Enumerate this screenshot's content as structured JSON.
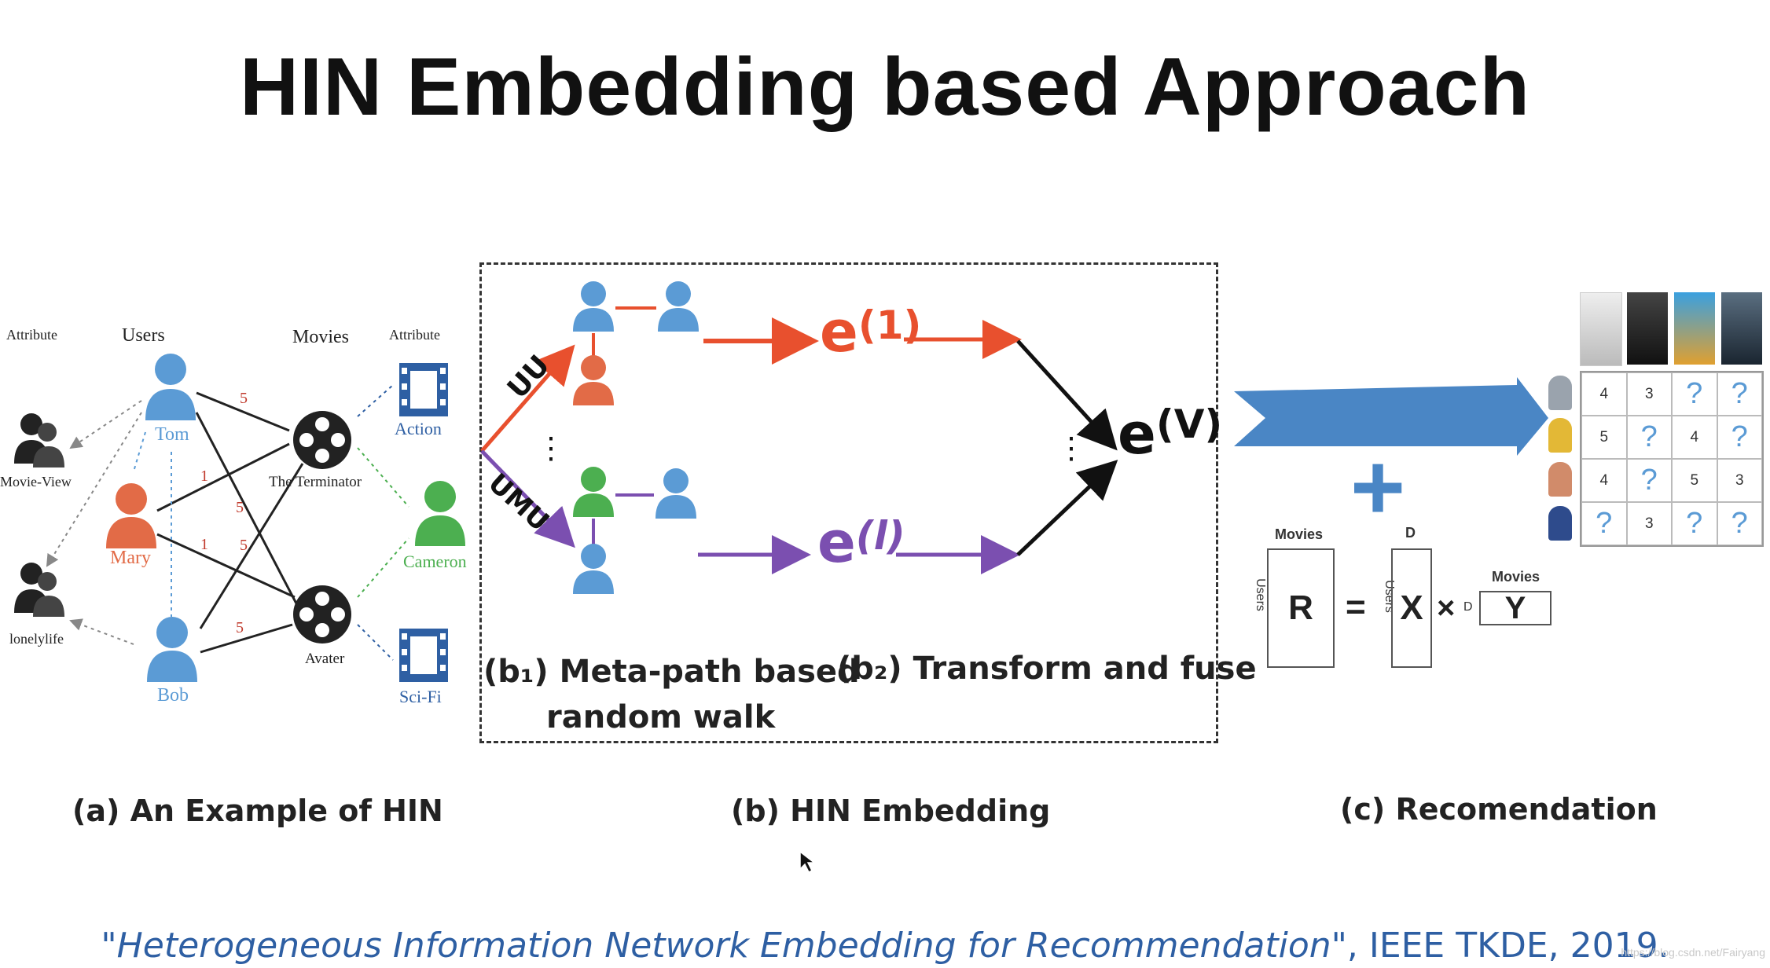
{
  "title": "HIN Embedding based Approach",
  "hin": {
    "headers": {
      "attribute_left": "Attribute",
      "users": "Users",
      "movies": "Movies",
      "attribute_right": "Attribute"
    },
    "attributes_left": [
      "Movie-View",
      "lonelylife"
    ],
    "users": [
      "Tom",
      "Mary",
      "Bob"
    ],
    "movies": [
      "The Terminator",
      "Avater"
    ],
    "attributes_right": [
      "Action",
      "Cameron",
      "Sci-Fi"
    ],
    "edge_ratings": [
      "5",
      "1",
      "5",
      "1",
      "5",
      "5"
    ]
  },
  "embedding": {
    "path_upper": "UU",
    "path_lower": "UMU",
    "vdots": "⋮",
    "e_base": "e",
    "e1_sup": "(1)",
    "el_sup": "(l)",
    "ev_sup": "(V)",
    "b1_line1": "(b₁) Meta-path based",
    "b1_line2": "random walk",
    "b2": "(b₂) Transform and fuse"
  },
  "recommendation": {
    "plus": "+",
    "R_label": "Movies",
    "R_side": "Users",
    "R": "R",
    "equals": "=",
    "X_top": "D",
    "X_side": "Users",
    "X": "X",
    "times": "×",
    "Y_side": "D",
    "Y_top": "Movies",
    "Y": "Y",
    "matrix": [
      [
        "4",
        "3",
        "?",
        "?"
      ],
      [
        "5",
        "?",
        "4",
        "?"
      ],
      [
        "4",
        "?",
        "5",
        "3"
      ],
      [
        "?",
        "3",
        "?",
        "?"
      ]
    ]
  },
  "captions": {
    "a": "(a) An Example of HIN",
    "b": "(b) HIN Embedding",
    "c": "(c) Recomendation"
  },
  "citation": {
    "title": "\"Heterogeneous Information Network Embedding for Recommendation\"",
    "rest": ", IEEE TKDE, 2019."
  },
  "watermark": "https://blog.csdn.net/Fairyang",
  "colors": {
    "blue": "#5b9bd5",
    "orange": "#e26b47",
    "green": "#4caf50",
    "red_arrow": "#e8502e",
    "purple": "#7b4fb0",
    "big_arrow": "#4a86c5"
  }
}
